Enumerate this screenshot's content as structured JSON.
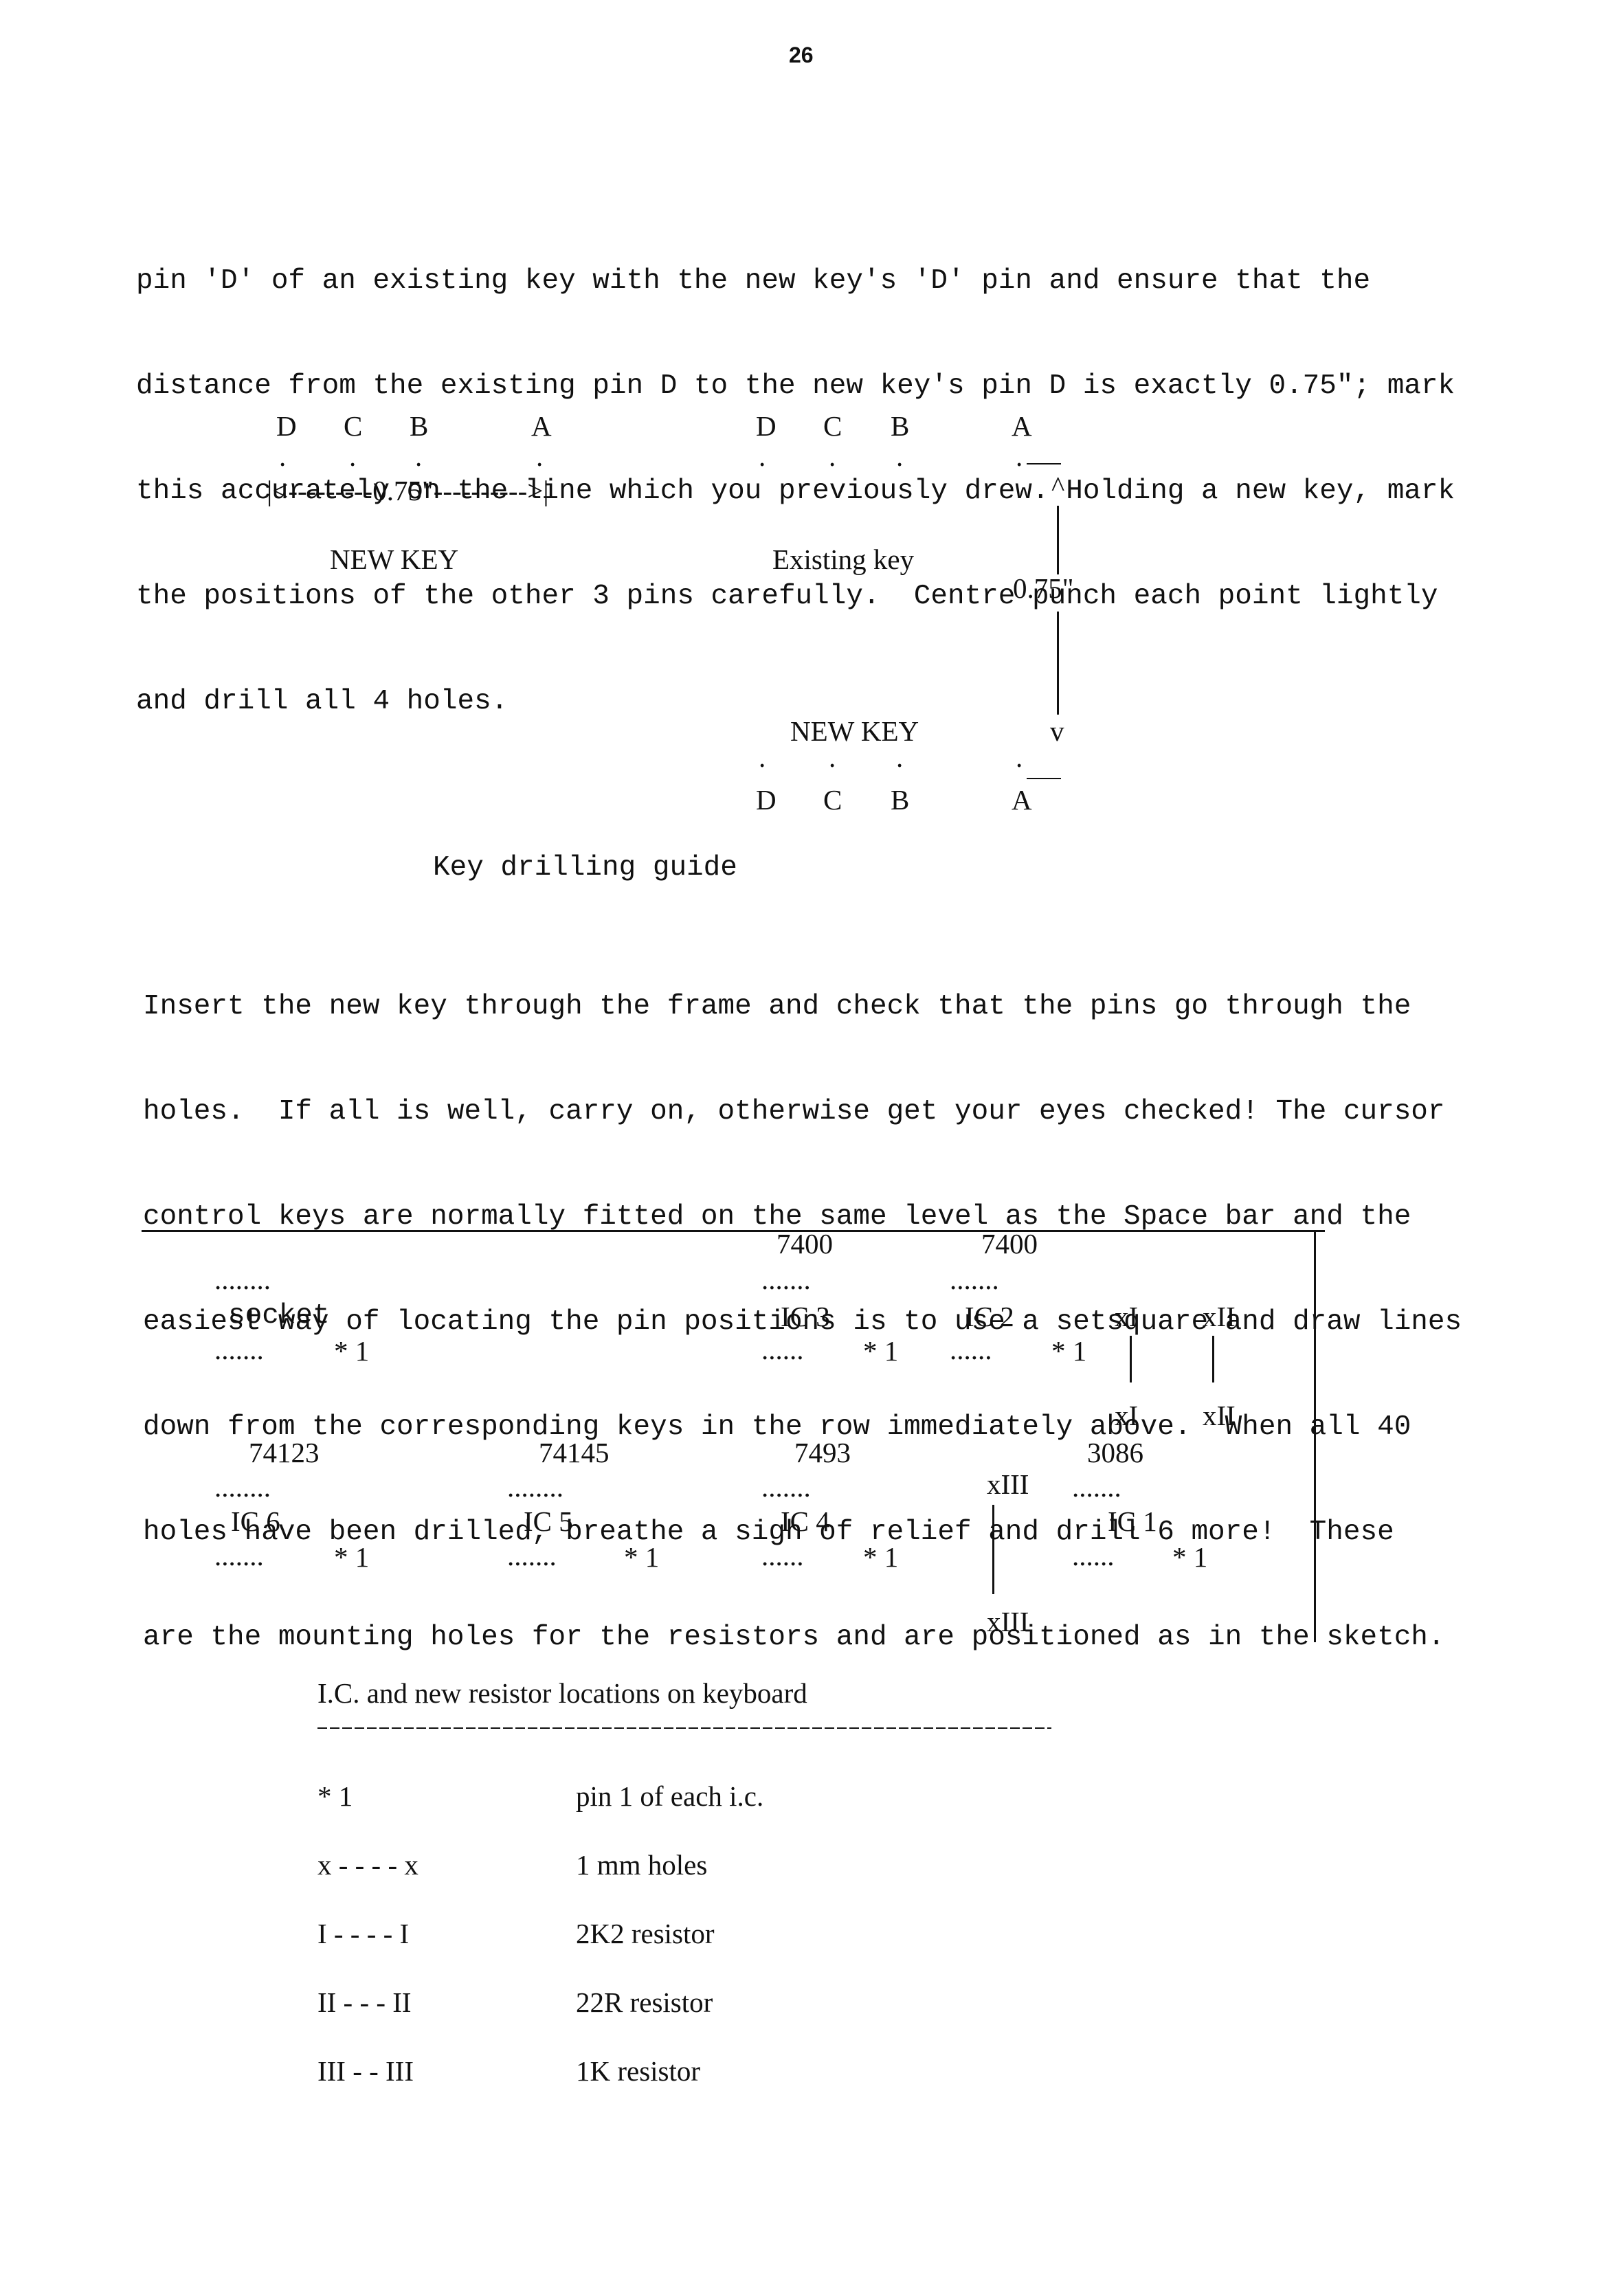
{
  "page_number": "26",
  "paragraph1": [
    "pin 'D' of an existing key with the new key's 'D' pin and ensure that the",
    "distance from the existing pin D to the new key's pin D is exactly 0.75\"; mark",
    "this accurately on the line which you previously drew. Holding a new key, mark",
    "the positions of the other 3 pins carefully.  Centre punch each point lightly",
    "and drill all 4 holes."
  ],
  "drill_guide": {
    "pin_letters": [
      "D",
      "C",
      "B",
      "A"
    ],
    "pin_dot": ".",
    "horizontal_measure": "|<---------0.75\"---------->|",
    "new_key_label": "NEW KEY",
    "existing_key_label": "Existing key",
    "vertical_measure": "0.75\"",
    "arrow_up": "^",
    "arrow_down": "v",
    "new_key_lower_label": "NEW KEY",
    "caption": "Key drilling guide"
  },
  "paragraph2": [
    "Insert the new key through the frame and check that the pins go through the",
    "holes.  If all is well, carry on, otherwise get your eyes checked! The cursor",
    "control keys are normally fitted on the same level as the Space bar and the",
    "easiest way of locating the pin positions is to use a setsquare and draw lines",
    "down from the corresponding keys in the row immediately above.  When all 40",
    "holes have been drilled, breathe a sigh of relief and drill 6 more!  These",
    "are the mounting holes for the resistors and are positioned as in the sketch."
  ],
  "ic_layout": {
    "pin1_suffix": "* 1",
    "chips": {
      "socket": {
        "part": "",
        "name": "socket",
        "top_dots": "........",
        "bottom_dots": "......."
      },
      "ic3": {
        "part": "7400",
        "name": "IC 3",
        "top_dots": ".......",
        "bottom_dots": "......"
      },
      "ic2": {
        "part": "7400",
        "name": "IC 2",
        "top_dots": ".......",
        "bottom_dots": "......"
      },
      "ic6": {
        "part": "74123",
        "name": "IC 6",
        "top_dots": "........",
        "bottom_dots": "......."
      },
      "ic5": {
        "part": "74145",
        "name": "IC 5",
        "top_dots": "........",
        "bottom_dots": "......."
      },
      "ic4": {
        "part": "7493",
        "name": "IC 4",
        "top_dots": ".......",
        "bottom_dots": "......"
      },
      "ic1": {
        "part": "3086",
        "name": "IC 1",
        "top_dots": ".......",
        "bottom_dots": "......"
      }
    },
    "resistor_marks": {
      "xI": "xI",
      "xII": "xII",
      "xIII": "xIII"
    },
    "caption": "I.C. and new resistor locations on keyboard"
  },
  "legend": [
    {
      "symbol": "* 1",
      "meaning": "pin 1 of each i.c."
    },
    {
      "symbol": "x - - - - x",
      "meaning": "1 mm holes"
    },
    {
      "symbol": "I - - - - I",
      "meaning": "2K2 resistor"
    },
    {
      "symbol": "II - - - II",
      "meaning": "22R resistor"
    },
    {
      "symbol": "III - - III",
      "meaning": "1K resistor"
    }
  ]
}
